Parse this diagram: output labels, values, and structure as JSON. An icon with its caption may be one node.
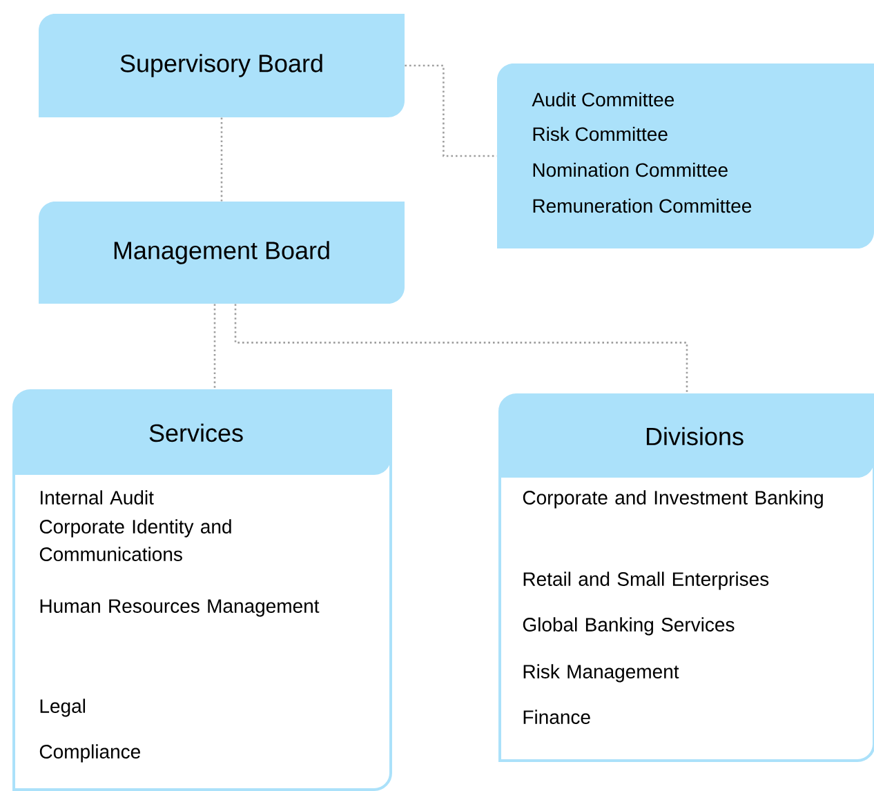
{
  "diagram": {
    "nodes": [
      {
        "text": [
          "Supervisory Board"
        ]
      },
      {
        "text": [
          "Audit Committee",
          "Risk Committee",
          "Nomination Committee",
          "Remuneration Committee"
        ]
      },
      {
        "text": [
          "Management Board"
        ]
      },
      {
        "text": [
          "Services",
          "Internal Audit",
          "Corporate Identity and Communications",
          "Human Resources Management",
          "Legal",
          "Compliance"
        ]
      },
      {
        "text": [
          "Divisions",
          "Corporate and Investment Banking",
          "Retail and Small Enterprises",
          "Global Banking Services",
          "Risk Management",
          "Finance"
        ]
      }
    ],
    "edges": [
      {
        "from": 0,
        "to": 1,
        "arrow": "none"
      },
      {
        "from": 0,
        "to": 2,
        "arrow": "none"
      },
      {
        "from": 2,
        "to": 3,
        "arrow": "none"
      },
      {
        "from": 2,
        "to": 4,
        "arrow": "none"
      }
    ]
  }
}
